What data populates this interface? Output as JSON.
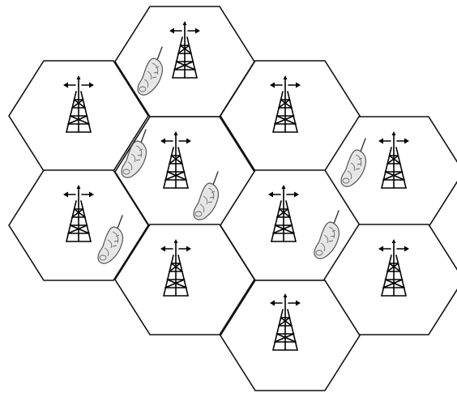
{
  "diagram": {
    "description_text": "",
    "colors": {
      "background": "#ffffff",
      "cell_border": "#111111",
      "tower": "#000000",
      "phone_fill": "#e6e6e6",
      "phone_stroke": "#555555"
    },
    "cells": [
      {
        "id": "cell-top-center",
        "icon": "cell-tower-icon"
      },
      {
        "id": "cell-upper-left",
        "icon": "cell-tower-icon"
      },
      {
        "id": "cell-upper-right",
        "icon": "cell-tower-icon"
      },
      {
        "id": "cell-center",
        "icon": "cell-tower-icon"
      },
      {
        "id": "cell-far-right-upper",
        "icon": "cell-tower-icon"
      },
      {
        "id": "cell-left-lower",
        "icon": "cell-tower-icon"
      },
      {
        "id": "cell-center-right",
        "icon": "cell-tower-icon"
      },
      {
        "id": "cell-lower-center-left",
        "icon": "cell-tower-icon"
      },
      {
        "id": "cell-far-right-lower",
        "icon": "cell-tower-icon"
      },
      {
        "id": "cell-bottom-center",
        "icon": "cell-tower-icon"
      }
    ],
    "phones": [
      {
        "id": "phone-top",
        "icon": "mobile-phone-icon"
      },
      {
        "id": "phone-center-left",
        "icon": "mobile-phone-icon"
      },
      {
        "id": "phone-center-right",
        "icon": "mobile-phone-icon"
      },
      {
        "id": "phone-left-lower",
        "icon": "mobile-phone-icon"
      },
      {
        "id": "phone-right-center",
        "icon": "mobile-phone-icon"
      },
      {
        "id": "phone-far-right",
        "icon": "mobile-phone-icon"
      }
    ]
  }
}
